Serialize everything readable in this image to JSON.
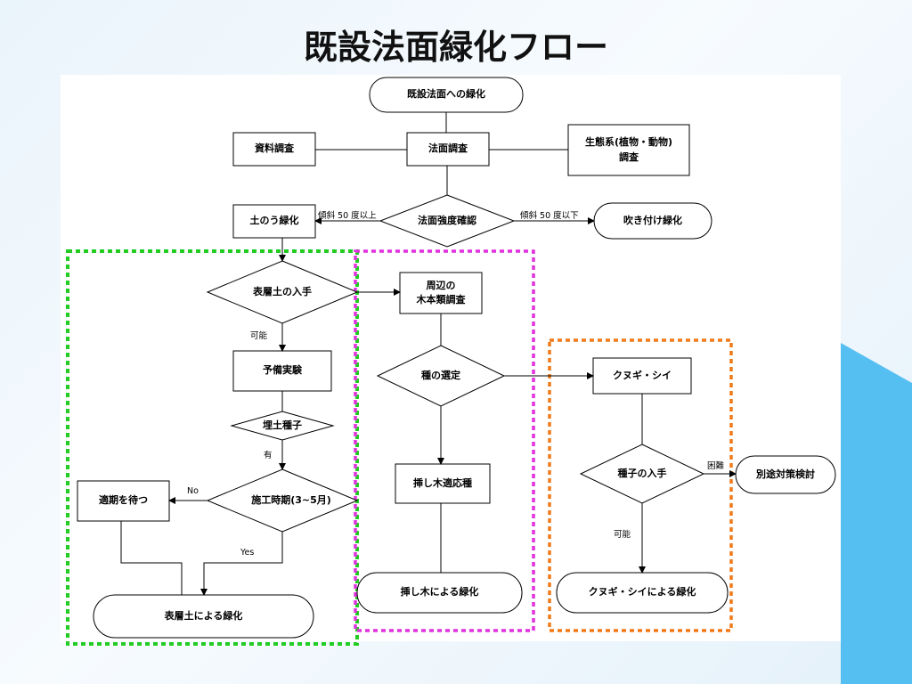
{
  "slide": {
    "title": "既設法面緑化フロー"
  },
  "nodes": {
    "start": "既設法面への緑化",
    "resource_survey": "資料調査",
    "slope_survey": "法面調査",
    "eco_survey_line1": "生態系(植物・動物)",
    "eco_survey_line2": "調査",
    "slope_strength": "法面強度確認",
    "sandbag": "土のう緑化",
    "spray": "吹き付け緑化",
    "topsoil_obtain": "表層土の入手",
    "prelim_test": "予備実験",
    "buried_seed": "埋土種子",
    "construction_period": "施工時期(3~5月)",
    "wait_period": "適期を待つ",
    "topsoil_greening": "表層土による緑化",
    "surrounding_survey_line1": "周辺の",
    "surrounding_survey_line2": "木本類調査",
    "species_select": "種の選定",
    "cutting_species": "挿し木適応種",
    "cutting_greening": "挿し木による緑化",
    "kunugi_shii": "クヌギ・シイ",
    "seed_obtain": "種子の入手",
    "other_measures": "別途対策検討",
    "kunugi_greening": "クヌギ・シイによる緑化"
  },
  "edge_labels": {
    "slope_over_50": "傾斜 50 度以上",
    "slope_under_50": "傾斜 50 度以下",
    "possible_1": "可能",
    "present": "有",
    "no": "No",
    "yes": "Yes",
    "difficult": "困難",
    "possible_2": "可能"
  },
  "colors": {
    "green_group": "#22cc22",
    "magenta_group": "#e030e0",
    "orange_group": "#f07a18",
    "accent_blue": "#56bff2"
  }
}
